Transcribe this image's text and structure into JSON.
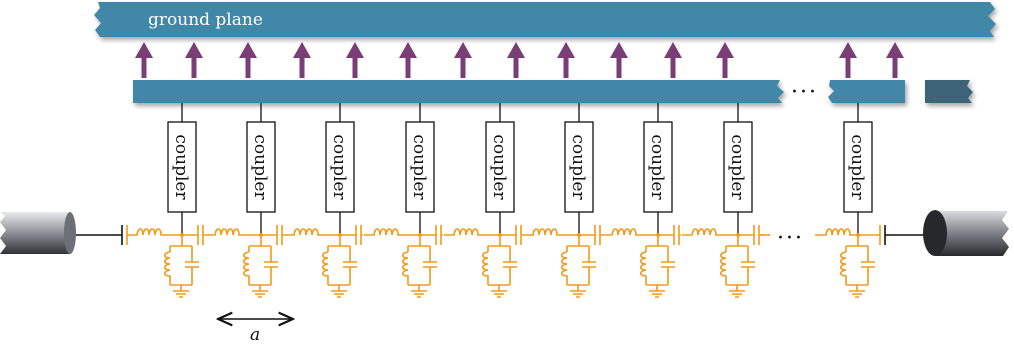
{
  "ground_plane": {
    "label": "ground plane"
  },
  "coupler_label": "coupler",
  "unit_cells": [
    {
      "coupler": "coupler"
    },
    {
      "coupler": "coupler"
    },
    {
      "coupler": "coupler"
    },
    {
      "coupler": "coupler"
    },
    {
      "coupler": "coupler"
    },
    {
      "coupler": "coupler"
    },
    {
      "coupler": "coupler"
    },
    {
      "coupler": "coupler"
    },
    {
      "coupler": "coupler"
    }
  ],
  "lattice_spacing_label": "a",
  "ellipsis": "···",
  "colors": {
    "plane_blue": "#3f87a8",
    "arrow_purple": "#7a3d76",
    "circuit_orange": "#f19a1b",
    "wire_black": "#111111",
    "connector_dark": "#3d4047"
  }
}
